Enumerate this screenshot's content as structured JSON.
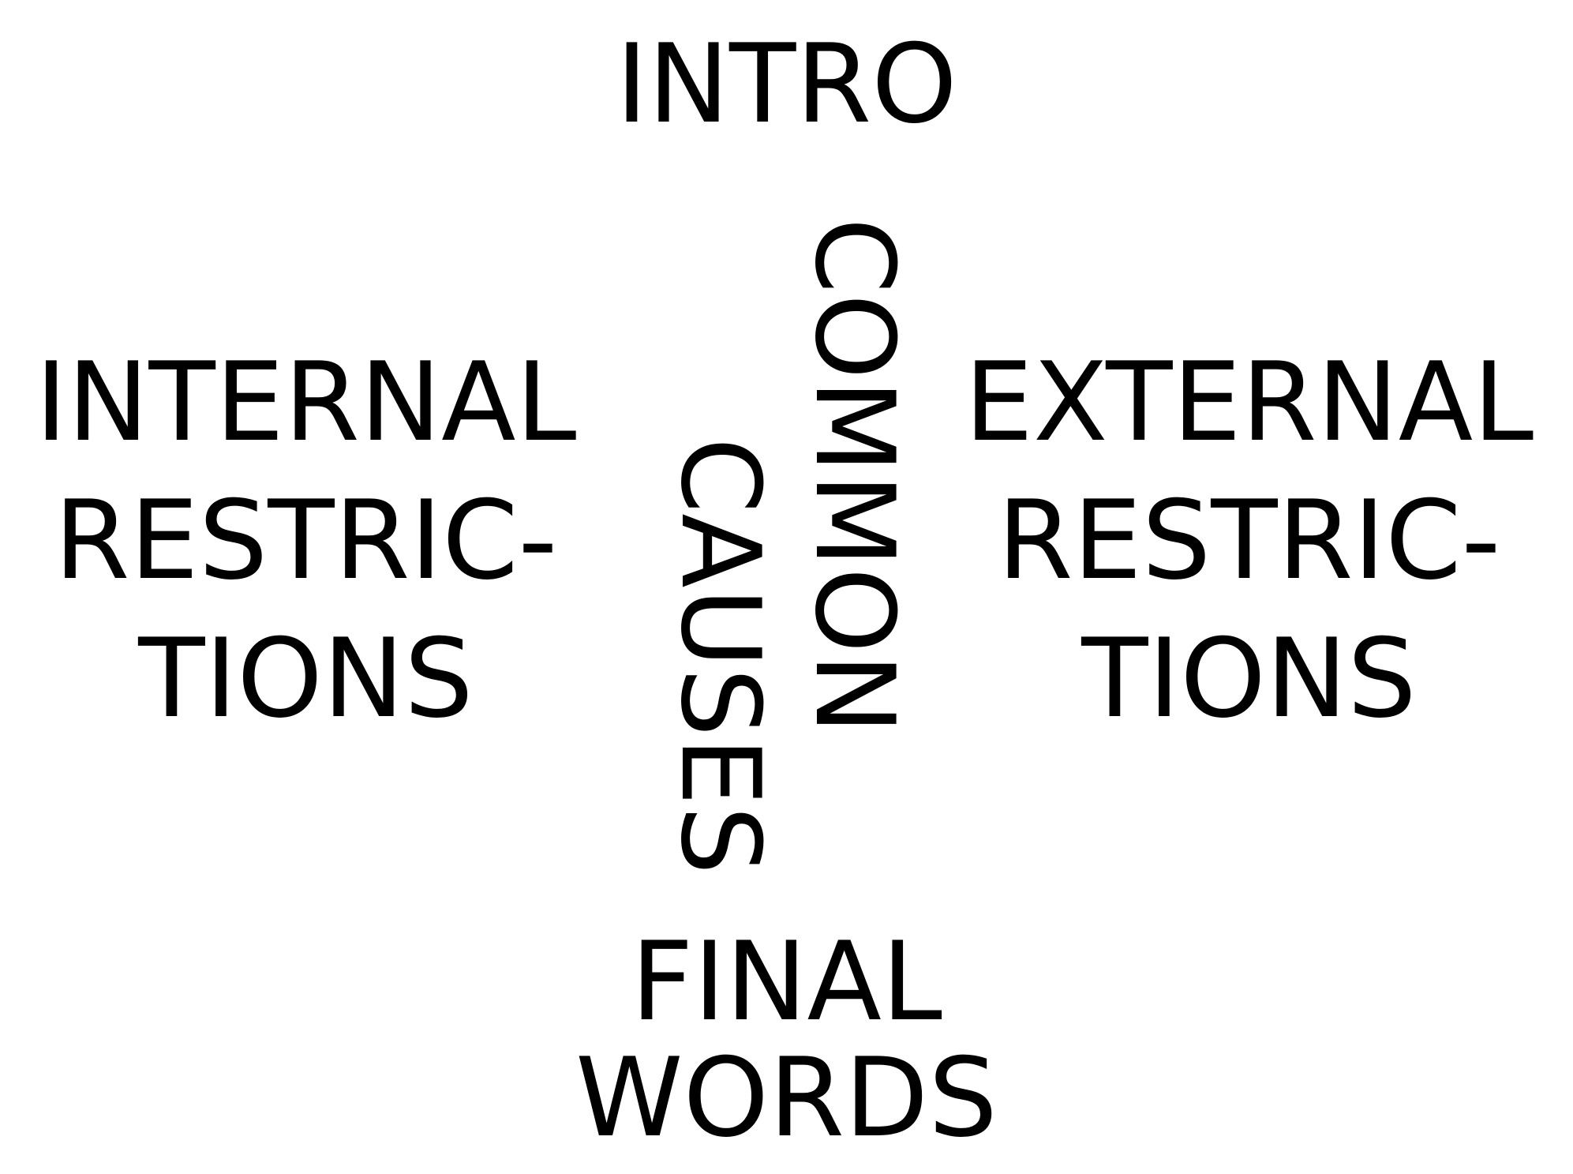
{
  "diagram": {
    "intro": "INTRO",
    "internal": [
      "INTERNAL",
      "RESTRIC-",
      "TIONS"
    ],
    "external": [
      "EXTERNAL",
      "RESTRIC-",
      "TIONS"
    ],
    "common": "COMMON",
    "causes": "CAUSES",
    "final": [
      "FINAL",
      "WORDS"
    ]
  },
  "colors": {
    "text": "#000000",
    "background": "#ffffff"
  }
}
